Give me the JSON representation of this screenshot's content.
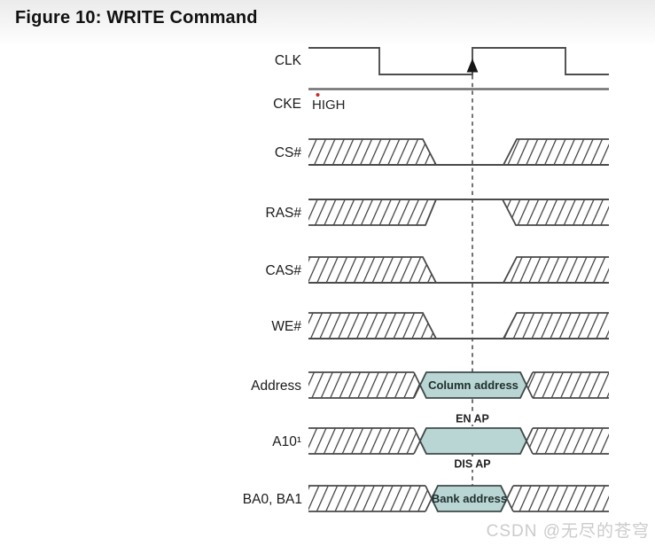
{
  "title": "Figure 10: WRITE Command",
  "watermark": "CSDN @无尽的苍穹",
  "colors": {
    "bus_fill": "#b9d6d4",
    "wave_line": "#4a4a4a",
    "cke_line": "#6f6f6f",
    "marker_dot": "#cc2a2a"
  },
  "signals": {
    "clk": {
      "label": "CLK"
    },
    "cke": {
      "label": "CKE",
      "level_note": "HIGH"
    },
    "cs": {
      "label": "CS#"
    },
    "ras": {
      "label": "RAS#"
    },
    "cas": {
      "label": "CAS#"
    },
    "we": {
      "label": "WE#"
    },
    "address": {
      "label": "Address",
      "bus_value": "Column address"
    },
    "a10": {
      "label": "A10¹",
      "annotation_above": "EN AP",
      "annotation_below": "DIS AP"
    },
    "ba": {
      "label": "BA0, BA1",
      "bus_value": "Bank address"
    }
  }
}
